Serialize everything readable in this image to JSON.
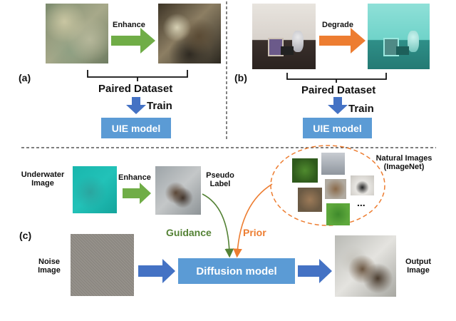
{
  "panel_a": {
    "letter": "(a)",
    "arrow_label": "Enhance",
    "dataset_label": "Paired Dataset",
    "train_label": "Train",
    "model_label": "UIE model"
  },
  "panel_b": {
    "letter": "(b)",
    "arrow_label": "Degrade",
    "dataset_label": "Paired Dataset",
    "train_label": "Train",
    "model_label": "UIE model"
  },
  "panel_c": {
    "letter": "(c)",
    "underwater_label_line1": "Underwater",
    "underwater_label_line2": "Image",
    "enhance_label": "Enhance",
    "pseudo_label_line1": "Pseudo",
    "pseudo_label_line2": "Label",
    "natural_label_line1": "Natural Images",
    "natural_label_line2": "(ImageNet)",
    "ellipsis": "...",
    "guidance_label": "Guidance",
    "prior_label": "Prior",
    "noise_label_line1": "Noise",
    "noise_label_line2": "Image",
    "diffusion_label": "Diffusion model",
    "output_label_line1": "Output",
    "output_label_line2": "Image"
  },
  "colors": {
    "green_arrow": "#70ad47",
    "orange_arrow": "#ed7d31",
    "blue_arrow": "#4472c4",
    "model_box": "#5b9bd5",
    "guidance_text": "#548235",
    "prior_text": "#ed7d31"
  }
}
